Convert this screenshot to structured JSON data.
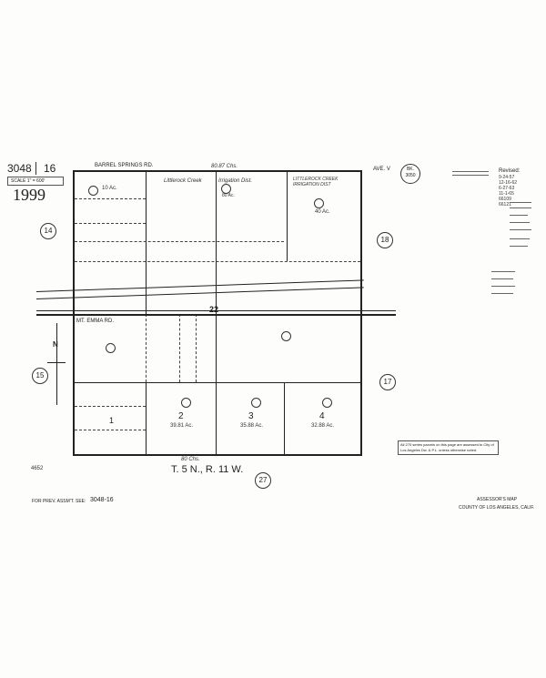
{
  "header": {
    "book": "3048",
    "page": "16",
    "scale": "SCALE 1\" = 600'",
    "year": "1999"
  },
  "roads": {
    "top": "BARREL SPRINGS RD.",
    "top_distance": "80.87 Chs.",
    "ave": "AVE. V",
    "mid": "MT. EMMA RD.",
    "mid_number": "22",
    "bottom_distance": "80 Chs."
  },
  "book_ref": {
    "label": "BK.",
    "number": "3050"
  },
  "revised": {
    "label": "Revised:",
    "dates": [
      "9-24-57",
      "12-16-62",
      "6-27-63",
      "11-1-65",
      "66109",
      "66121"
    ]
  },
  "parcels": {
    "p1_area": "10 Ac.",
    "creek": "Littlerock Creek",
    "irrigation": "Irrigation Dist.",
    "irrigation_acres": "80 Ac.",
    "lcid": "LITTLEROCK CREEK IRRIGATION DIST",
    "lcid_acres": "40 Ac.",
    "lots": [
      {
        "num": "1",
        "acres": ""
      },
      {
        "num": "2",
        "acres": "39.81 Ac."
      },
      {
        "num": "3",
        "acres": "35.88 Ac."
      },
      {
        "num": "4",
        "acres": "32.88 Ac."
      }
    ]
  },
  "sections": {
    "nw": "14",
    "ne": "18",
    "w": "15",
    "e": "17",
    "s": "27"
  },
  "north": "N",
  "township": "T. 5 N., R. 11 W.",
  "code": "4652",
  "note": "All 270 series parcels on this page are assessed to City of Los Angeles Dw. & P.L. unless otherwise noted.",
  "footer": {
    "prev_label": "FOR PREV. ASSM'T. SEE:",
    "prev_value": "3048-16",
    "title": "ASSESSOR'S MAP",
    "county": "COUNTY OF LOS ANGELES, CALIF."
  }
}
